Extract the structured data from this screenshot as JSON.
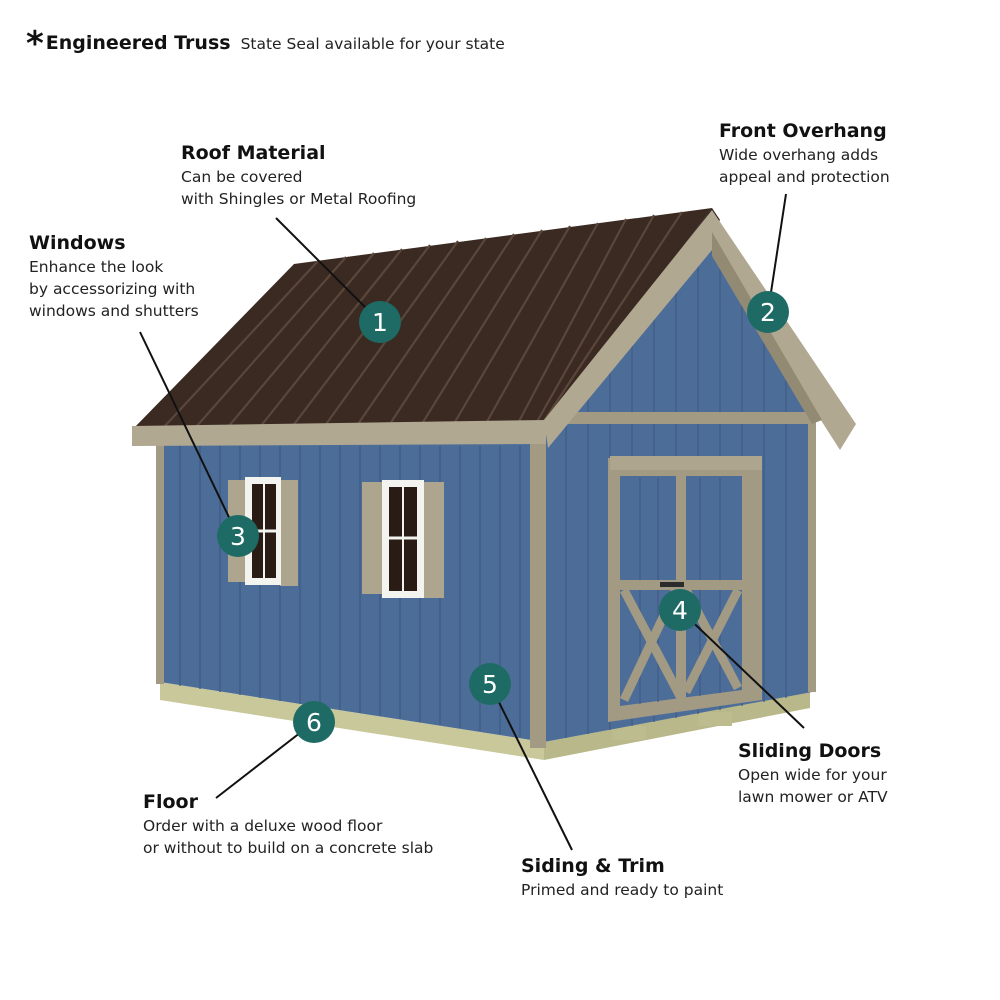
{
  "header": {
    "star": "*",
    "title": "Engineered Truss",
    "note": "State Seal available for your state"
  },
  "callouts": [
    {
      "num": "1",
      "title": "Roof Material",
      "lines": [
        "Can be covered",
        "with Shingles or Metal Roofing"
      ]
    },
    {
      "num": "2",
      "title": "Front Overhang",
      "lines": [
        "Wide overhang adds",
        "appeal and protection"
      ]
    },
    {
      "num": "3",
      "title": "Windows",
      "lines": [
        "Enhance the look",
        "by accessorizing with",
        "windows and shutters"
      ]
    },
    {
      "num": "4",
      "title": "Sliding Doors",
      "lines": [
        "Open wide for your",
        "lawn mower or ATV"
      ]
    },
    {
      "num": "5",
      "title": "Siding & Trim",
      "lines": [
        "Primed and ready to paint"
      ]
    },
    {
      "num": "6",
      "title": "Floor",
      "lines": [
        "Order with a deluxe wood floor",
        "or without to build on a concrete slab"
      ]
    }
  ],
  "colors": {
    "siding": "#4d6d99",
    "siding_dark": "#3f5c85",
    "trim": "#a39a84",
    "roof": "#3a2a22",
    "roof_rib": "#5a463a",
    "floor": "#c9c89a",
    "marker": "#1d6b64"
  }
}
